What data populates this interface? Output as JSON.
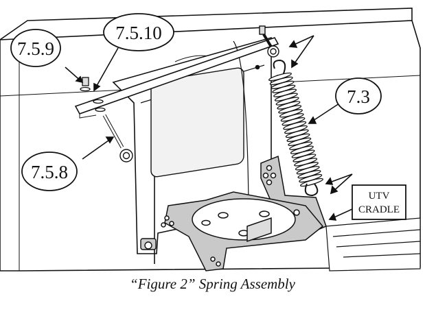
{
  "callouts": {
    "c759": "7.5.9",
    "c7510": "7.5.10",
    "c758": "7.5.8",
    "c73": "7.3"
  },
  "cradle_label": {
    "line1": "UTV",
    "line2": "CRADLE"
  },
  "caption": "“Figure 2” Spring Assembly",
  "colors": {
    "line": "#111111",
    "cradle_fill": "#c9c9c9",
    "plow_fill": "#ffffff",
    "window_fill": "#f2f2f2"
  }
}
